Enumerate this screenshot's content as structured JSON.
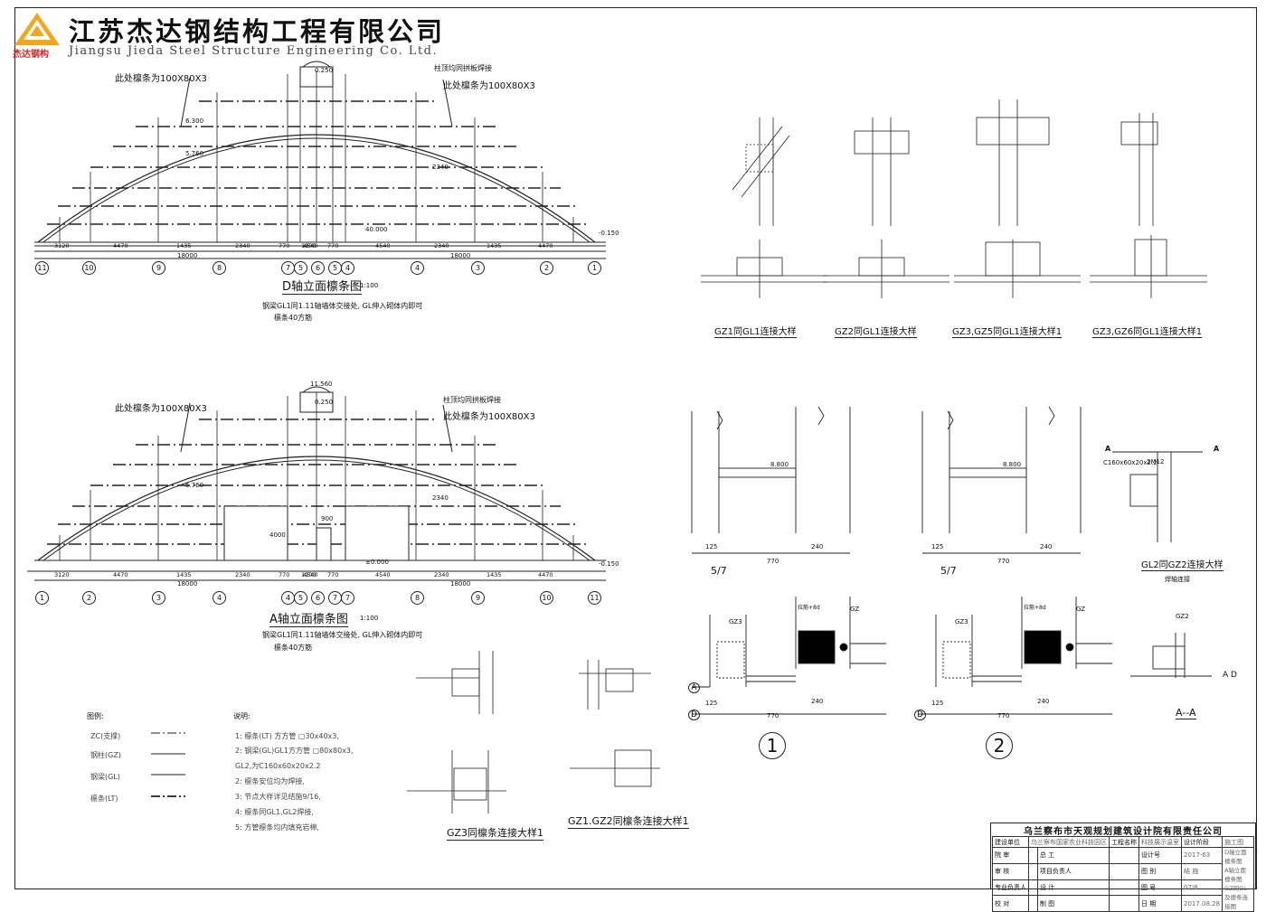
{
  "company": {
    "name_cn": "江苏杰达钢结构工程有限公司",
    "name_en": "Jiangsu Jieda Steel Structure Engineering Co. Ltd.",
    "logo_text": "杰达钢构"
  },
  "elevation_d": {
    "title": "D轴立面檩条图",
    "scale": "1:100",
    "note1": "钢梁GL1同1.11轴墙体交接处, GL伸入砌体内即可",
    "note2": "檩条40方筋",
    "callout_left": "此处檩条为100X80X3",
    "callout_right_a": "柱顶均同拱板焊接",
    "callout_right_b": "此处檩条为100X80X3",
    "axes": [
      "11",
      "10",
      "9",
      "8",
      "7",
      "5",
      "6",
      "5",
      "4",
      "4",
      "3",
      "2",
      "1"
    ],
    "dims": [
      "3120",
      "4470",
      "1435",
      "2340",
      "4540",
      "770",
      "1100",
      "770",
      "4540",
      "2340",
      "1435",
      "4470"
    ],
    "overall": "18000",
    "levels": [
      "0.250",
      "6.300",
      "5.760",
      "40.000",
      "-0.150",
      "2340"
    ]
  },
  "elevation_a": {
    "title": "A轴立面檩条图",
    "scale": "1:100",
    "note1": "钢梁GL1同1.11轴墙体交接处, GL伸入砌体内即可",
    "note2": "檩条40方筋",
    "callout_left": "此处檩条为100X80X3",
    "callout_right_a": "柱顶均同拱板焊接",
    "callout_right_b": "此处檩条为100X80X3",
    "axes": [
      "1",
      "2",
      "3",
      "4",
      "4",
      "5",
      "6",
      "7",
      "7",
      "8",
      "9",
      "10",
      "11"
    ],
    "dims": [
      "3120",
      "4470",
      "1435",
      "2340",
      "4540",
      "770",
      "1100",
      "770",
      "4540",
      "2340",
      "1435",
      "4470"
    ],
    "overall": "18000",
    "levels": [
      "11.560",
      "0.250",
      "5.760",
      "±0.000",
      "-0.150",
      "4000",
      "900",
      "2340"
    ]
  },
  "details_top": [
    {
      "title": "GZ1同GL1连接大样"
    },
    {
      "title": "GZ2同GL1连接大样"
    },
    {
      "title": "GZ3,GZ5同GL1连接大样1"
    },
    {
      "title": "GZ3,GZ6同GL1连接大样1"
    }
  ],
  "details_mid": {
    "axis_label": "5/7",
    "dim_770": "770",
    "dim_125": "125",
    "dim_240": "240",
    "level": "8.800",
    "gl2_title": "GL2同GZ2连接大样",
    "gl2_sub": "焊轴连接",
    "gl2_spec": "C160x60x20x2.2",
    "bolt": "2M12",
    "section_mark": "A"
  },
  "details_bottom": {
    "circle1": "1",
    "circle2": "2",
    "section_title": "A--A",
    "gz3": "GZ3",
    "gz": "GZ",
    "gz2": "GZ2",
    "bolt": "拉筋+8d",
    "axis_a": "A",
    "axis_d": "D",
    "axis_ad": "A D",
    "dim_240": "240",
    "dim_770": "770",
    "dim_125": "125"
  },
  "small_details": [
    {
      "title": "GZ3同檩条连接大样1"
    },
    {
      "title": "GZ1.GZ2同檩条连接大样1"
    }
  ],
  "legend": {
    "heading": "图例:",
    "items": [
      {
        "label": "ZC(支撑)"
      },
      {
        "label": "钢柱(GZ)"
      },
      {
        "label": "钢梁(GL)"
      },
      {
        "label": "檩条(LT)"
      }
    ]
  },
  "notes": {
    "heading": "说明:",
    "items": [
      "1: 檩条(LT) 方方管 ▢30x40x3,",
      "2: 钢梁(GL)GL1方方管 ▢80x80x3,",
      "   GL2,为C160x60x20x2.2",
      "2: 檩条安位均为焊接,",
      "3: 节点大样详见结施9/16,",
      "4: 檩条同GL1,GL2焊接,",
      "5: 方管檩条均内填充岩棉,"
    ]
  },
  "title_block": {
    "institute": "乌兰察布市天观规划建筑设计院有限责任公司",
    "unit_label": "建设单位",
    "unit_value": "乌兰察布国家农业科技园区",
    "project_label": "工程名称",
    "project_value": "科技展示温室",
    "stage_label": "设计阶段",
    "stage_value": "施工图",
    "rows": [
      {
        "a": "院 审",
        "b": "总 工",
        "c": "设计号",
        "d": "2017-63"
      },
      {
        "a": "审 核",
        "b": "项目负责人",
        "c": "图 别",
        "d": "结 施"
      },
      {
        "a": "专业负责人",
        "b": "设 计",
        "c": "图 号",
        "d": "07/8"
      },
      {
        "a": "校 对",
        "b": "制 图",
        "c": "日 期",
        "d": "2017.08.28"
      }
    ],
    "drawing_name": [
      "D轴立面檩条图",
      "A轴立面檩条图",
      "GZ同GL及檩条连接图"
    ]
  }
}
